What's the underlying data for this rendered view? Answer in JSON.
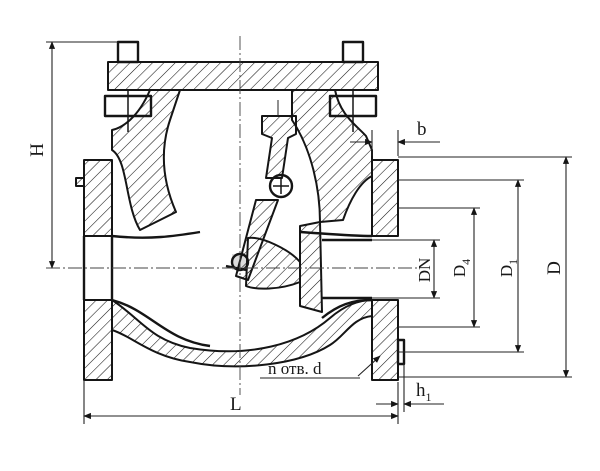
{
  "labels": {
    "H": "H",
    "b": "b",
    "DN": "DN",
    "D4_main": "D",
    "D4_sub": "4",
    "D1_main": "D",
    "D1_sub": "1",
    "D": "D",
    "holes_note": "n отв. d",
    "L": "L",
    "h1_main": "h",
    "h1_sub": "1"
  }
}
